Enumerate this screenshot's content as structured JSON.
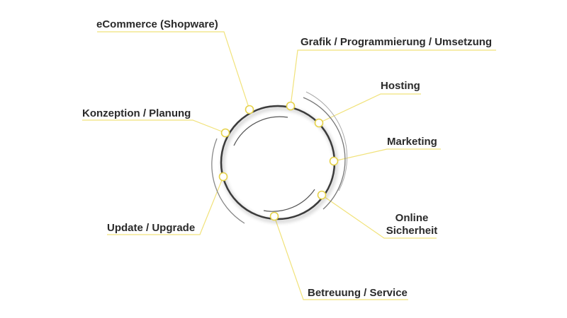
{
  "colors": {
    "accent": "#f1e27a",
    "node_fill": "#ffffff",
    "node_stroke": "#e6d24a",
    "ring": "#3a3a3a",
    "arc": "#9a9a9a",
    "text": "#2a2a2a"
  },
  "nodes": [
    {
      "id": "ecommerce",
      "label": "eCommerce (Shopware)"
    },
    {
      "id": "grafik",
      "label": "Grafik / Programmierung / Umsetzung"
    },
    {
      "id": "hosting",
      "label": "Hosting"
    },
    {
      "id": "marketing",
      "label": "Marketing"
    },
    {
      "id": "online-sicherheit",
      "label_line1": "Online",
      "label_line2": "Sicherheit"
    },
    {
      "id": "betreuung",
      "label": "Betreuung / Service"
    },
    {
      "id": "update",
      "label": "Update / Upgrade"
    },
    {
      "id": "konzeption",
      "label": "Konzeption / Planung"
    }
  ]
}
